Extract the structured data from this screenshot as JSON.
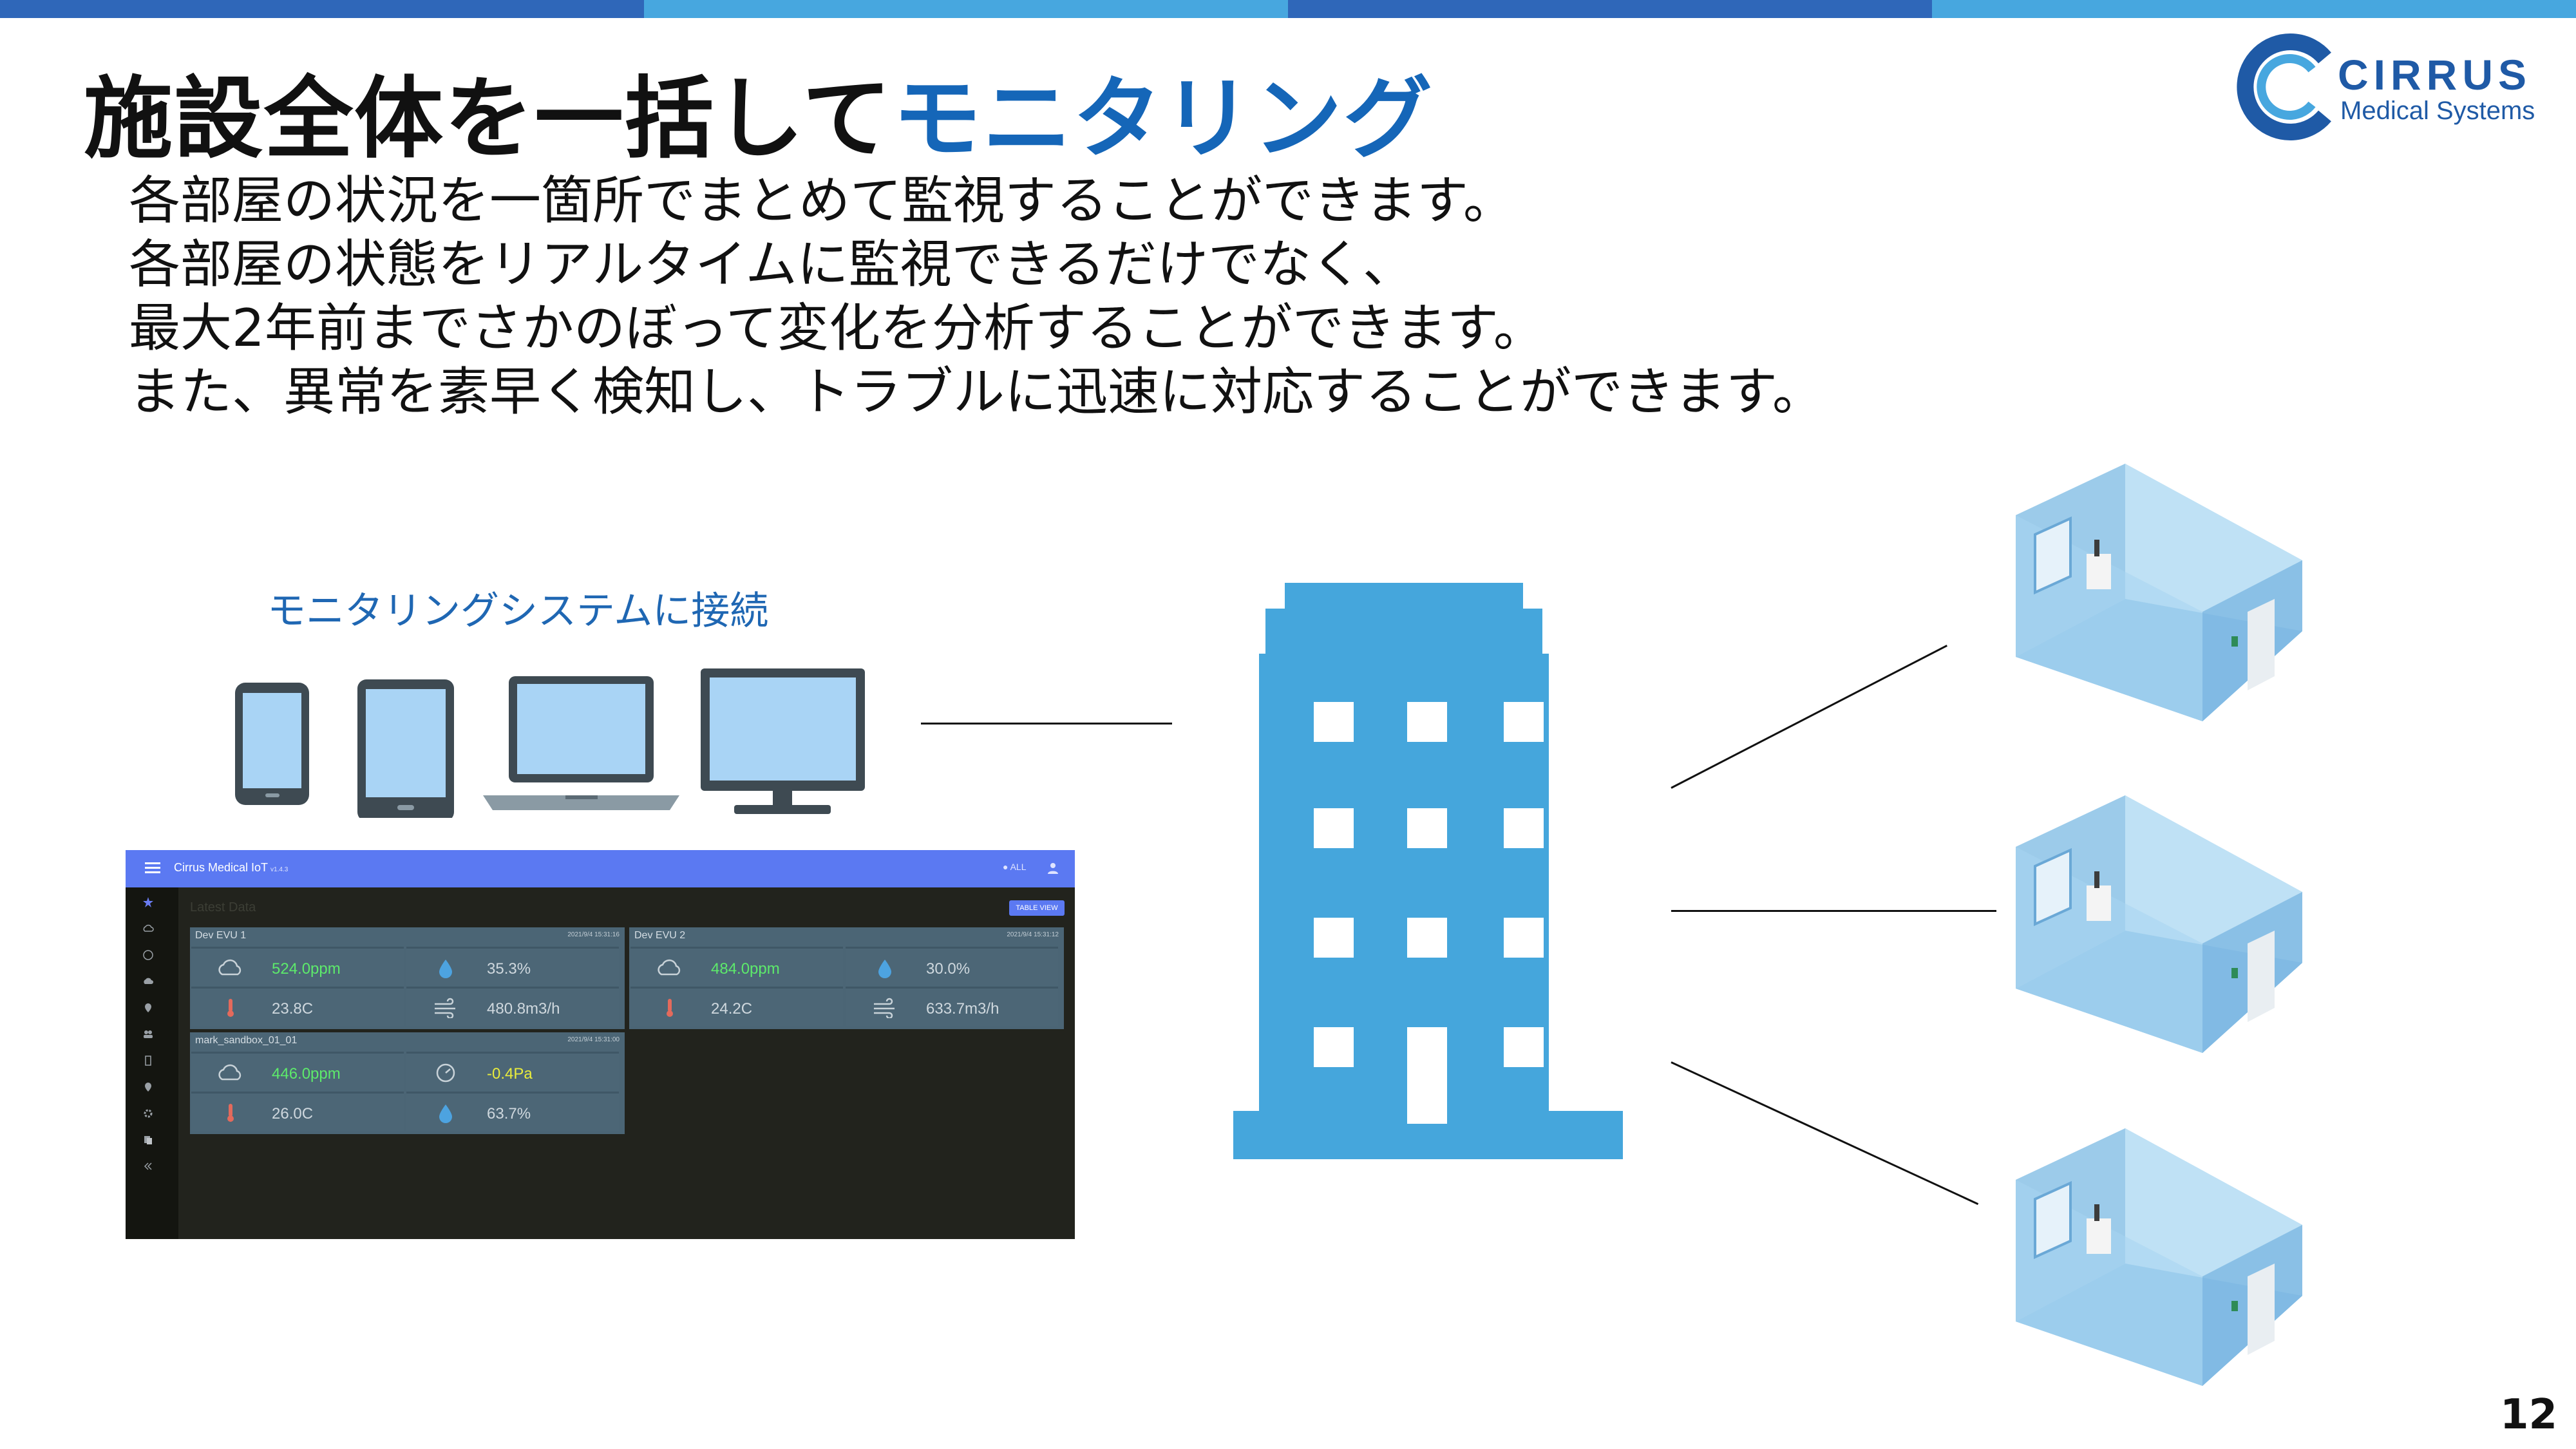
{
  "title": {
    "main": "施設全体を一括して",
    "accent": "モニタリング"
  },
  "logo": {
    "word": "CIRRUS",
    "sub": "Medical Systems"
  },
  "body_lines": [
    "各部屋の状況を一箇所でまとめて監視することができます。",
    "各部屋の状態をリアルタイムに監視できるだけでなく、",
    "最大2年前までさかのぼって変化を分析することができます。",
    "また、異常を素早く検知し、トラブルに迅速に対応することができます。"
  ],
  "connect_label": "モニタリングシステムに接続",
  "devices": [
    "smartphone-icon",
    "tablet-icon",
    "laptop-icon",
    "monitor-icon"
  ],
  "dashboard": {
    "app_title": "Cirrus Medical IoT",
    "version": "v1.4.3",
    "filter": "ALL",
    "section_title": "Latest Data",
    "table_view_label": "TABLE VIEW",
    "cards": [
      {
        "name": "Dev EVU 1",
        "time": "2021/9/4 15:31:16",
        "cells": [
          {
            "icon": "co2-cloud-icon",
            "value": "524.0ppm",
            "color": "#5dea6b"
          },
          {
            "icon": "humidity-drop-icon",
            "value": "35.3%",
            "color": "#cfd8de"
          },
          {
            "icon": "thermometer-icon",
            "value": "23.8C",
            "color": "#cfd8de"
          },
          {
            "icon": "airflow-icon",
            "value": "480.8m3/h",
            "color": "#cfd8de"
          }
        ]
      },
      {
        "name": "Dev EVU 2",
        "time": "2021/9/4 15:31:12",
        "cells": [
          {
            "icon": "co2-cloud-icon",
            "value": "484.0ppm",
            "color": "#5dea6b"
          },
          {
            "icon": "humidity-drop-icon",
            "value": "30.0%",
            "color": "#cfd8de"
          },
          {
            "icon": "thermometer-icon",
            "value": "24.2C",
            "color": "#cfd8de"
          },
          {
            "icon": "airflow-icon",
            "value": "633.7m3/h",
            "color": "#cfd8de"
          }
        ]
      },
      {
        "name": "mark_sandbox_01_01",
        "time": "2021/9/4 15:31:00",
        "cells": [
          {
            "icon": "co2-cloud-icon",
            "value": "446.0ppm",
            "color": "#5dea6b"
          },
          {
            "icon": "pressure-gauge-icon",
            "value": "-0.4Pa",
            "color": "#e9ec3c"
          },
          {
            "icon": "thermometer-icon",
            "value": "26.0C",
            "color": "#cfd8de"
          },
          {
            "icon": "humidity-drop-icon",
            "value": "63.7%",
            "color": "#cfd8de"
          }
        ]
      }
    ],
    "sidebar_icons": [
      "star-icon",
      "cloud-icon",
      "gauge-icon",
      "cloud-upload-icon",
      "location-icon",
      "people-icon",
      "door-icon",
      "pin-icon",
      "gear-icon",
      "copy-icon",
      "collapse-icon"
    ]
  },
  "building": "office-building-icon",
  "rooms": [
    "room-1",
    "room-2",
    "room-3"
  ],
  "page_number": "12",
  "colors": {
    "accent": "#1566b8",
    "building": "#45a6dc",
    "header": "#5b79f2",
    "topbar": [
      "#2f67b9",
      "#47a7df",
      "#2f67b9",
      "#47a7df"
    ]
  }
}
